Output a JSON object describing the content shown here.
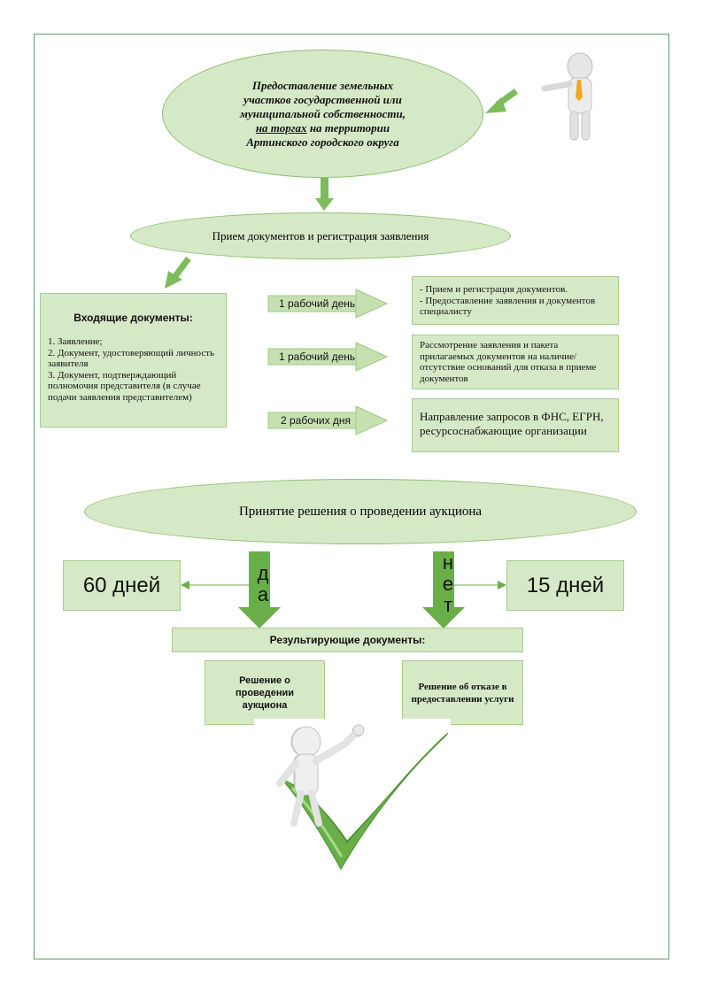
{
  "title": {
    "line1": "Предоставление земельных",
    "line2": "участков государственной или",
    "line3": "муниципальной собственности,",
    "line4_underlined": "на торгах",
    "line4_rest": " на территории",
    "line5": "Артинского городского округа"
  },
  "step1": "Прием документов и регистрация заявления",
  "incoming": {
    "heading": "Входящие документы:",
    "item1": "1. Заявление;",
    "item2": "2. Документ, удостоверяющий личность заявителя",
    "item3": "3. Документ, подтверждающий полномочия представителя (в случае подачи заявления представителем)"
  },
  "timeline": [
    {
      "label": "1  рабочий день",
      "desc1": "- Прием  и регистрация документов.",
      "desc2": "- Предоставление заявления и документов специалисту"
    },
    {
      "label": "1  рабочий день",
      "desc1": "Рассмотрение заявления и пакета прилагаемых документов на наличие/отсутствие оснований для отказа в приеме документов",
      "desc2": ""
    },
    {
      "label": "2  рабочих дня",
      "desc1": "Направление запросов в ФНС, ЕГРН, ресурсоснабжающие организации",
      "desc2": ""
    }
  ],
  "decision": "Принятие решения о проведении аукциона",
  "yes": "да",
  "no": "нет",
  "days_yes": "60 дней",
  "days_no": "15 дней",
  "result_heading": "Результирующие документы:",
  "result_yes": "Решение о проведении аукциона",
  "result_no": "Решение  об отказе в предоставлении услуги",
  "colors": {
    "accent": "#6aae4a",
    "fill": "#d6e9c7",
    "border": "#5aa06a"
  }
}
